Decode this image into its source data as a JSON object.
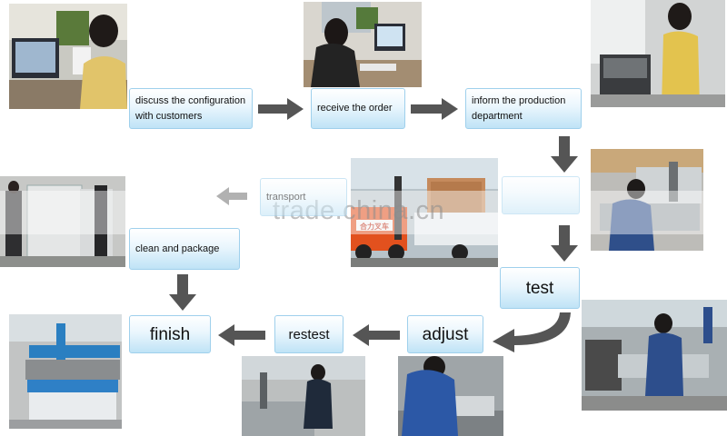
{
  "steps": {
    "discuss": "discuss the configuration with customers",
    "receive": "receive the order",
    "inform": "inform the production department",
    "transport": "transport",
    "clean": "clean and package",
    "test": "test",
    "finish": "finish",
    "restest": "restest",
    "adjust": "adjust"
  },
  "watermark": "trade.china.cn",
  "truck_text": "合力叉车",
  "colors": {
    "step_fill": "#bfe3f6",
    "arrow": "#555555"
  }
}
